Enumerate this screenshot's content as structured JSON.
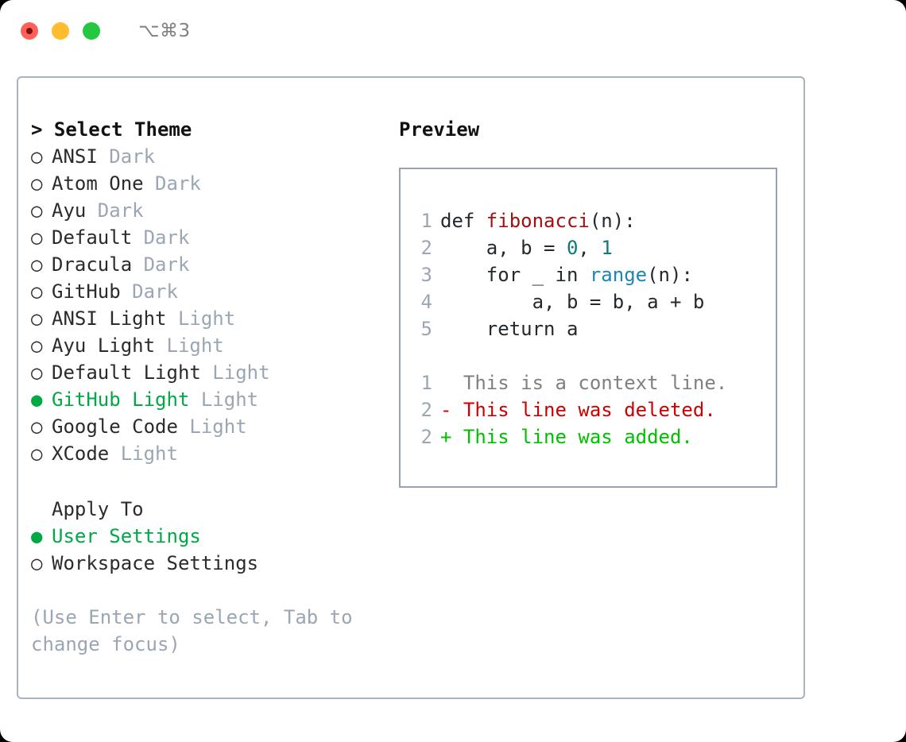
{
  "titlebar": {
    "shortcut": "⌥⌘3",
    "lights": [
      "close",
      "minimize",
      "zoom"
    ]
  },
  "theme_picker": {
    "header": "> Select Theme",
    "items": [
      {
        "marker": "○",
        "name": "ANSI",
        "variant": "Dark",
        "selected": false
      },
      {
        "marker": "○",
        "name": "Atom One",
        "variant": "Dark",
        "selected": false
      },
      {
        "marker": "○",
        "name": "Ayu",
        "variant": "Dark",
        "selected": false
      },
      {
        "marker": "○",
        "name": "Default",
        "variant": "Dark",
        "selected": false
      },
      {
        "marker": "○",
        "name": "Dracula",
        "variant": "Dark",
        "selected": false
      },
      {
        "marker": "○",
        "name": "GitHub",
        "variant": "Dark",
        "selected": false
      },
      {
        "marker": "○",
        "name": "ANSI Light",
        "variant": "Light",
        "selected": false
      },
      {
        "marker": "○",
        "name": "Ayu Light",
        "variant": "Light",
        "selected": false
      },
      {
        "marker": "○",
        "name": "Default Light",
        "variant": "Light",
        "selected": false
      },
      {
        "marker": "●",
        "name": "GitHub Light",
        "variant": "Light",
        "selected": true
      },
      {
        "marker": "○",
        "name": "Google Code",
        "variant": "Light",
        "selected": false
      },
      {
        "marker": "○",
        "name": "XCode",
        "variant": "Light",
        "selected": false
      }
    ]
  },
  "apply_to": {
    "title": "Apply To",
    "options": [
      {
        "marker": "●",
        "label": "User Settings",
        "selected": true
      },
      {
        "marker": "○",
        "label": "Workspace Settings",
        "selected": false
      }
    ]
  },
  "hint": "(Use Enter to select, Tab to change focus)",
  "preview": {
    "label": "Preview",
    "code_lines": [
      {
        "num": "1",
        "tokens": [
          {
            "t": "def ",
            "c": "plain"
          },
          {
            "t": "fibonacci",
            "c": "fn"
          },
          {
            "t": "(n):",
            "c": "plain"
          }
        ]
      },
      {
        "num": "2",
        "tokens": [
          {
            "t": "    a, b = ",
            "c": "plain"
          },
          {
            "t": "0",
            "c": "num"
          },
          {
            "t": ", ",
            "c": "plain"
          },
          {
            "t": "1",
            "c": "num"
          }
        ]
      },
      {
        "num": "3",
        "tokens": [
          {
            "t": "    for _ in ",
            "c": "plain"
          },
          {
            "t": "range",
            "c": "builtin"
          },
          {
            "t": "(n):",
            "c": "plain"
          }
        ]
      },
      {
        "num": "4",
        "tokens": [
          {
            "t": "        a, b = b, a + b",
            "c": "plain"
          }
        ]
      },
      {
        "num": "5",
        "tokens": [
          {
            "t": "    return a",
            "c": "plain"
          }
        ]
      }
    ],
    "diff_lines": [
      {
        "num": "1",
        "text": "  This is a context line.",
        "kind": "ctx"
      },
      {
        "num": "2",
        "text": "- This line was deleted.",
        "kind": "del"
      },
      {
        "num": "2",
        "text": "+ This line was added.",
        "kind": "add"
      }
    ]
  },
  "colors": {
    "accent_green": "#00a846",
    "muted": "#9ba6b4",
    "border": "#a9b2c0",
    "preview_border": "#98a2b3",
    "fn_red": "#9e1111",
    "number_teal": "#0c7b78",
    "builtin_blue": "#1b86b5",
    "diff_delete": "#cc0000",
    "diff_add": "#00c000",
    "light_red": "#ff6159",
    "light_yellow": "#ffbd2e",
    "light_green": "#23c840"
  }
}
